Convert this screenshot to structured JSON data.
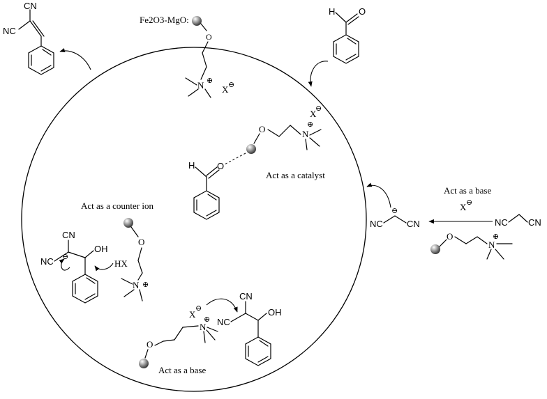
{
  "labels": {
    "support": "Fe2O3-MgO:",
    "act_catalyst": "Act as a catalyst",
    "act_base_right": "Act as a base",
    "act_counter_ion": "Act as a counter ion",
    "act_base_bottom": "Act as a base",
    "hx": "HX",
    "x_anion": "X",
    "minus": "⊖",
    "plus": "⊕",
    "n_atom": "N",
    "o_atom": "O",
    "h_atom": "H",
    "cn": "CN",
    "nc": "NC",
    "oh": "OH"
  }
}
